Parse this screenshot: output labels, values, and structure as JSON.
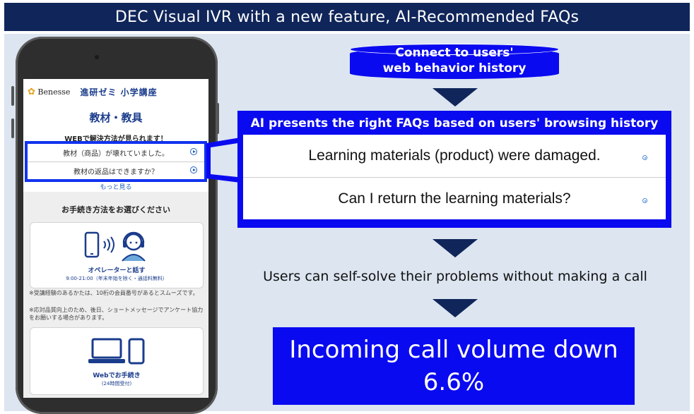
{
  "title": "DEC Visual IVR with a new feature, AI-Recommended FAQs",
  "phone": {
    "brand_logo": "Benesse",
    "brand_course": "進研ゼミ 小学講座",
    "header": "教材・教具",
    "subheader": "WEBで解決方法が見られます！",
    "faq_items": [
      "教材（商品）が壊れていました。",
      "教材の返品はできますか？"
    ],
    "more_link": "もっと見る",
    "procedure_title": "お手続き方法をお選びください",
    "card_operator": {
      "label": "オペレーターと話す",
      "sub": "9:00-21:00（年末年始を除く・通話料無料）"
    },
    "notes": [
      "※受講経験のあるかたは、10桁の会員番号があるとスムーズです。",
      "※応対品質向上のため、後日、ショートメッセージでアンケート協力をお願いする場合があります。"
    ],
    "card_web": {
      "label": "Webでお手続き",
      "sub": "(24時間受付)"
    }
  },
  "flow": {
    "source_line1": "Connect to users'",
    "source_line2": "web behavior history",
    "ai_title": "AI presents the right FAQs based on users' browsing history",
    "faqs": [
      "Learning materials (product) were damaged.",
      "Can I return the learning materials?"
    ],
    "self_solve": "Users can self-solve their problems without making a call",
    "result_line1": "Incoming call volume down",
    "result_line2": "6.6%"
  },
  "colors": {
    "title_bar": "#10265a",
    "background_panel": "#dce5f0",
    "accent_blue": "#0a0af0",
    "arrow": "#10265a"
  },
  "icons": [
    "smartphone-icon",
    "sound-waves-icon",
    "operator-headset-icon",
    "laptop-icon",
    "tablet-icon",
    "play-circle-icon"
  ]
}
